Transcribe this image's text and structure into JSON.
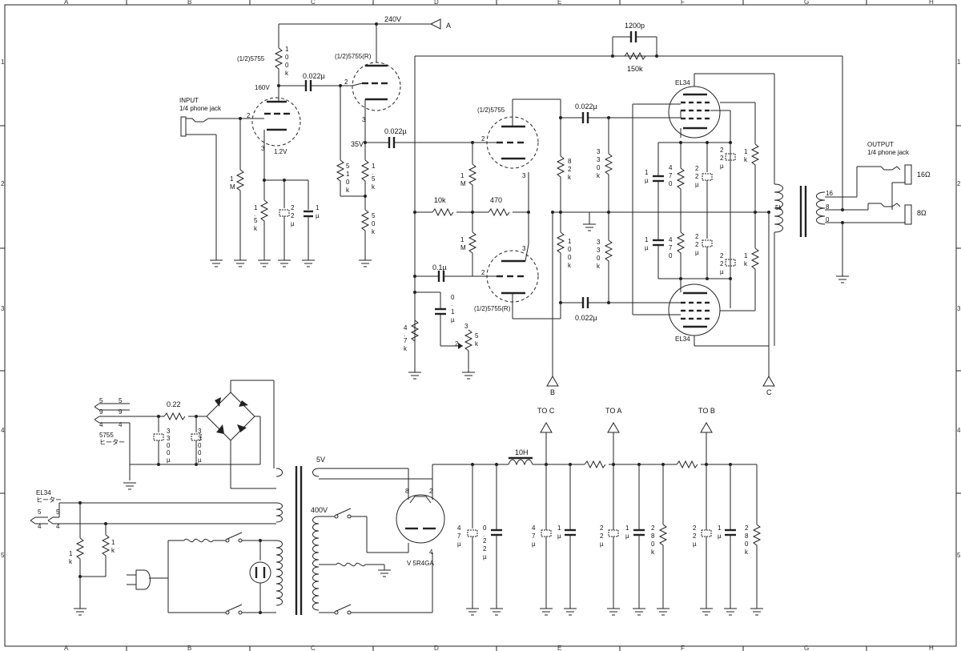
{
  "frame": {
    "columns": [
      "A",
      "B",
      "C",
      "D",
      "E",
      "F",
      "G",
      "H"
    ],
    "rows": [
      "1",
      "2",
      "3",
      "4",
      "5"
    ]
  },
  "labels": {
    "v240": "240V",
    "a_top": "A",
    "v12a_label": "(1/2)5755",
    "v12b_label": "(1/2)5755(R)",
    "v160": "160V",
    "r_10k_a": "1\n0\n0\nk",
    "c_0022_a": "0.022µ",
    "input_title": "INPUT",
    "input_sub": "1/4 phone jack",
    "v_1v2": "1.2V",
    "r_1m_in": "1\nM",
    "r_15k": "1\n.\n5\nk",
    "c_22u": "2\n2\nµ",
    "c_1u": "1\nµ",
    "v35": "35V",
    "c_0022_b": "0.022µ",
    "r_510k": "5\n1\n0\nk",
    "r_1k5": "1\n.\n5\nk",
    "r_50k": "5\n0\nk",
    "pi_top_label": "(1/2)5755",
    "pi_bot_label": "(1/2)5755(R)",
    "c_0022_c": "0.022µ",
    "c_0022_d": "0.022µ",
    "r_1m_a": "1\nM",
    "r_1m_b": "1\nM",
    "r_10k": "10k",
    "r_470": "470",
    "r_82k": "8\n2\nk",
    "r_100k": "1\n0\n0\nk",
    "c_01_a": "0.1µ",
    "c_01_b": "0\n.\n1\nµ",
    "r_47k": "4\n.\n7\nk",
    "pot_5k": "5\nk",
    "pin2": "2",
    "pin3": "3",
    "pin1": "1",
    "r_330k_a": "3\n3\n0\nk",
    "r_330k_b": "3\n3\n0\nk",
    "c_1u_a": "1\nµ",
    "c_1u_b": "1\nµ",
    "r_470_a": "4\n7\n0",
    "r_470_b": "4\n7\n0",
    "c_22_a": "2\n2\nµ",
    "c_22_b": "2\n2\nµ",
    "c_22_c": "2\n2\nµ",
    "c_22_d": "2\n2\nµ",
    "r_1k_a": "1\nk",
    "r_1k_b": "1\nk",
    "c_1200p": "1200p",
    "r_150k": "150k",
    "el34_top": "EL34",
    "el34_bot": "EL34",
    "xfmr_5k": "5k",
    "tap16": "16",
    "tap8": "8",
    "tap0": "0",
    "output_title": "OUTPUT",
    "output_sub": "1/4 phone jack",
    "ohm16": "16Ω",
    "ohm8": "8Ω",
    "b_label": "B",
    "c_label": "C",
    "htr_a_5": "5",
    "htr_a_9": "9",
    "htr_a_4": "4",
    "htr_b_5": "5",
    "htr_b_9": "9",
    "htr_b_4": "4",
    "r_022": "0.22",
    "c_3300a": "3\n3\n0\n0\nµ",
    "c_3300b": "3\n3\n0\n0\nµ",
    "heater_5755_a": "5755",
    "heater_5755_b": "ヒーター",
    "el34_heater_a": "EL34",
    "el34_heater_b": "ヒーター",
    "el_pin5": "5",
    "el_pin4": "4",
    "el_pin5b": "5",
    "el_pin4b": "4",
    "r_1k_h1": "1\nk",
    "r_1k_h2": "1\nk",
    "v5": "5V",
    "v400": "400V",
    "rect_tube": "V  5R4GA",
    "rect_pin8": "8",
    "rect_pin2": "2",
    "rect_pin4": "4",
    "choke": "10H",
    "to_c": "TO C",
    "to_a": "TO A",
    "to_b": "TO B",
    "c_47u_a": "4\n7\nµ",
    "c_022u": "0\n.\n2\n2\nµ",
    "c_47u_b": "4\n7\nµ",
    "c_1u_ps1": "1\nµ",
    "c_22u_ps1": "2\n2\nµ",
    "c_1u_ps2": "1\nµ",
    "r_280k_a": "2\n8\n0\nk",
    "c_22u_ps2": "2\n2\nµ",
    "c_1u_ps3": "1\nµ",
    "r_280k_b": "2\n8\n0\nk"
  }
}
